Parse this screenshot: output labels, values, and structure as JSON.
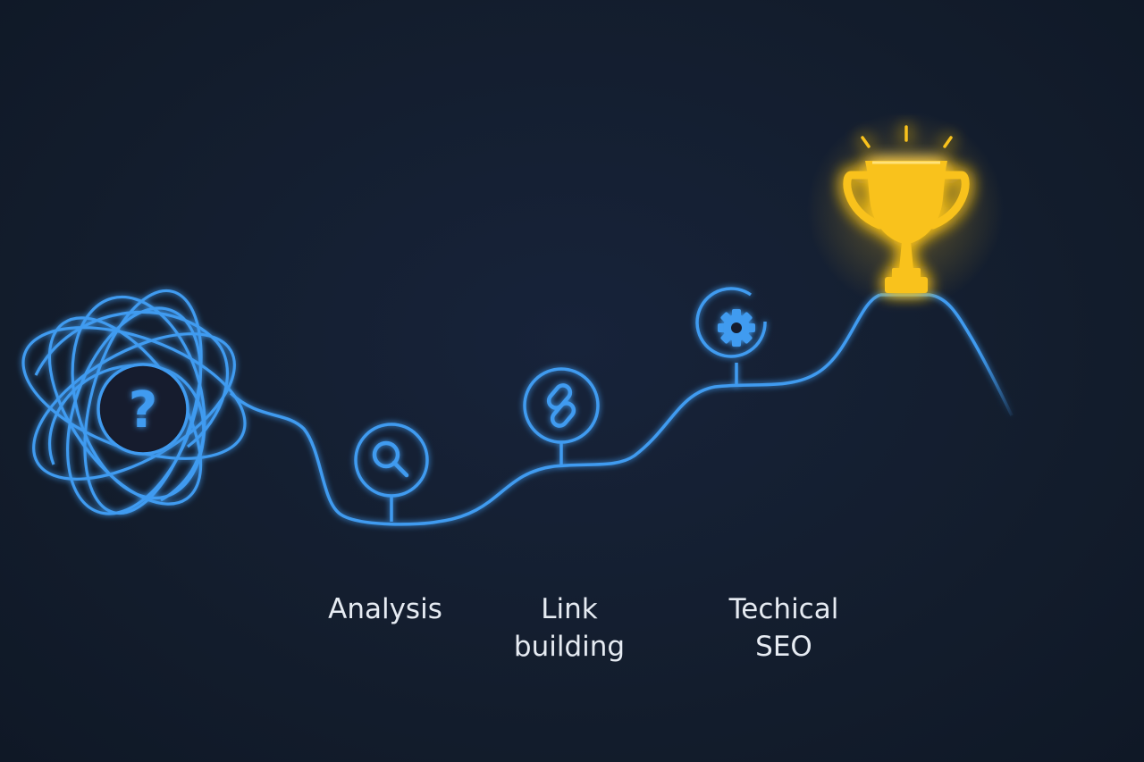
{
  "colors": {
    "background": "#131d2d",
    "path_blue": "#3f9bf0",
    "trophy_gold": "#f9c21f",
    "label_text": "#e6ebf2"
  },
  "start": {
    "icon": "question-mark-icon",
    "symbol": "?"
  },
  "steps": [
    {
      "icon": "magnifier-icon",
      "label_lines": [
        "Analysis"
      ]
    },
    {
      "icon": "chain-link-icon",
      "label_lines": [
        "Link",
        "building"
      ]
    },
    {
      "icon": "gear-icon",
      "label_lines": [
        "Techical",
        "SEO"
      ]
    }
  ],
  "goal": {
    "icon": "trophy-icon"
  }
}
